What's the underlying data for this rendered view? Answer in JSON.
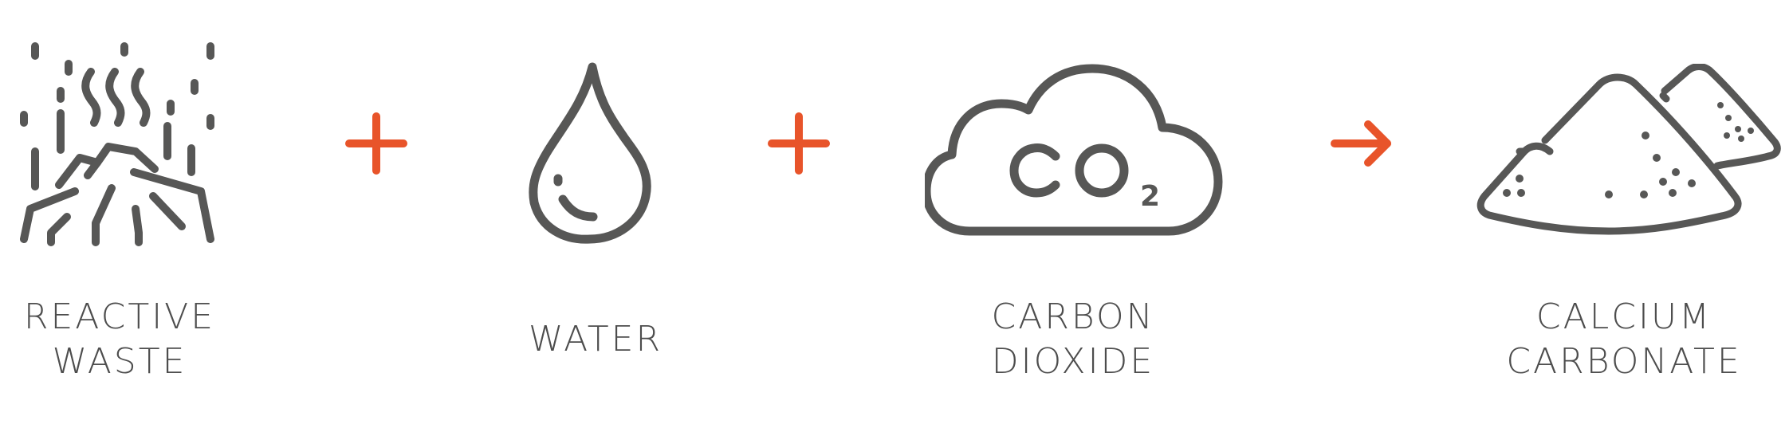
{
  "colors": {
    "icon": "#575756",
    "operator": "#e8542a",
    "text": "#4d4d4d"
  },
  "reactants": [
    {
      "icon": "reactive-waste-icon",
      "label_lines": [
        "REACTIVE",
        "WASTE"
      ]
    },
    {
      "icon": "water-drop-icon",
      "label_lines": [
        "WATER"
      ]
    },
    {
      "icon": "co2-cloud-icon",
      "label_lines": [
        "CARBON",
        "DIOXIDE"
      ],
      "formula": {
        "symbol": "CO",
        "subscript": "2"
      }
    }
  ],
  "product": {
    "icon": "calcium-carbonate-pile-icon",
    "label_lines": [
      "CALCIUM",
      "CARBONATE"
    ]
  },
  "operators": [
    {
      "icon": "plus-icon"
    },
    {
      "icon": "plus-icon"
    },
    {
      "icon": "arrow-right-icon"
    }
  ]
}
